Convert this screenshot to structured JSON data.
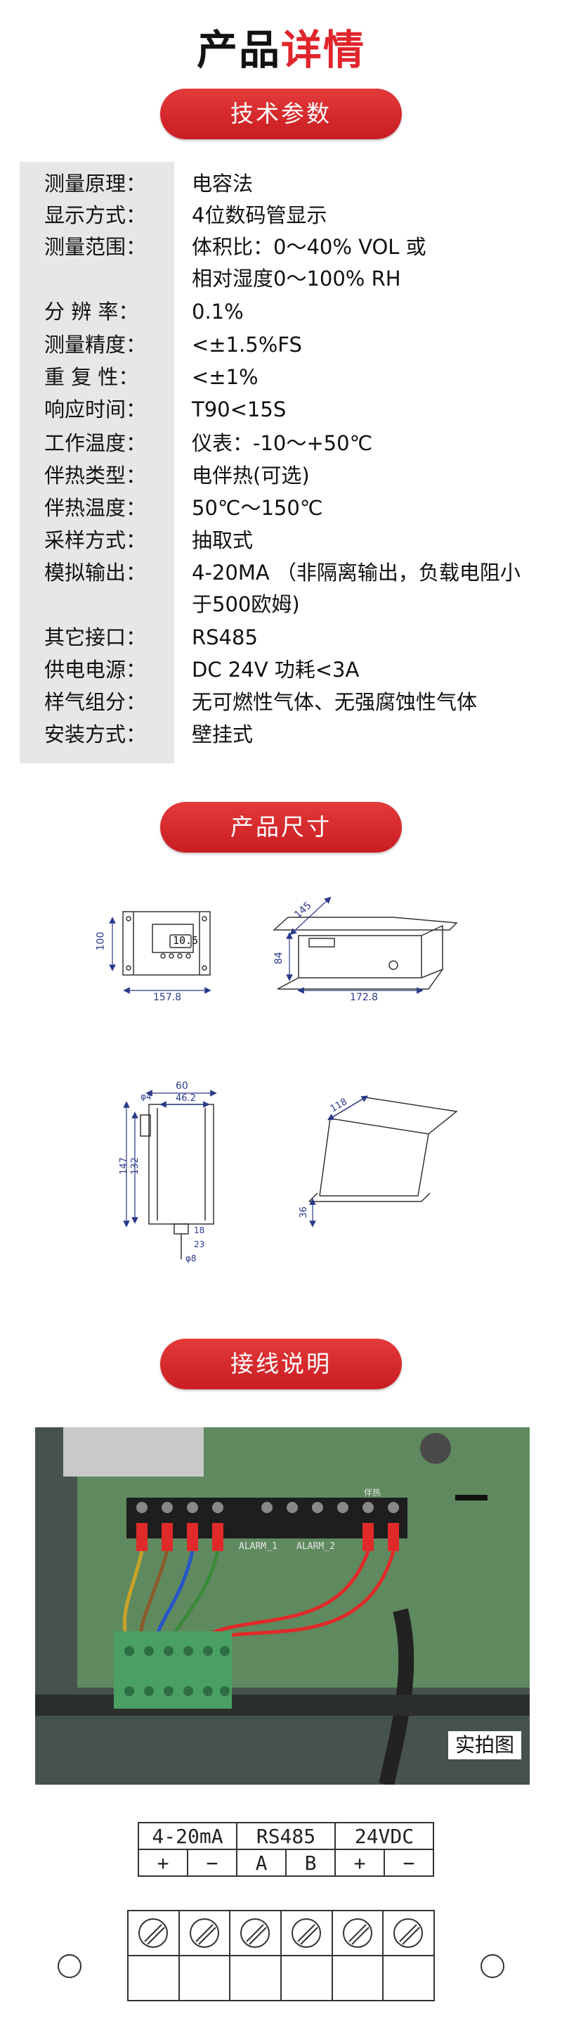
{
  "title": {
    "part1": "产品",
    "part2": "详情"
  },
  "sections": {
    "spec": "技术参数",
    "size": "产品尺寸",
    "wiring": "接线说明"
  },
  "specs": [
    {
      "label": "测量原理：",
      "value": "电容法"
    },
    {
      "label": "显示方式：",
      "value": "4位数码管显示"
    },
    {
      "label": "测量范围：",
      "value": "体积比：0～40% VOL 或"
    },
    {
      "label": "",
      "value": "相对湿度0～100% RH"
    },
    {
      "label": "分 辨 率：",
      "value": "0.1%"
    },
    {
      "label": "测量精度：",
      "value": "<±1.5%FS"
    },
    {
      "label": "重 复 性：",
      "value": "<±1%"
    },
    {
      "label": "响应时间：",
      "value": "T90<15S"
    },
    {
      "label": "工作温度：",
      "value": "仪表：-10～+50℃"
    },
    {
      "label": "伴热类型：",
      "value": "电伴热(可选)"
    },
    {
      "label": "伴热温度：",
      "value": "50℃～150℃"
    },
    {
      "label": "采样方式：",
      "value": "抽取式"
    },
    {
      "label": "模拟输出：",
      "value": "4-20MA （非隔离输出，负载电阻小"
    },
    {
      "label": "",
      "value": "于500欧姆)"
    },
    {
      "label": "其它接口：",
      "value": "RS485"
    },
    {
      "label": "供电电源：",
      "value": "DC 24V  功耗<3A"
    },
    {
      "label": "样气组分：",
      "value": "无可燃性气体、无强腐蚀性气体"
    },
    {
      "label": "安装方式：",
      "value": "壁挂式"
    }
  ],
  "dimensions": {
    "display_value": "10.5",
    "height_front": "100",
    "width_front": "157.8",
    "depth_diag": "145",
    "height_side": "84",
    "width_side": "172.8",
    "top_width": "60",
    "hole_spacing": "46.2",
    "height_total": "147",
    "height_inner": "132",
    "phi_small": "φ4",
    "gland_a": "18",
    "gland_b": "23",
    "phi_pipe": "φ8",
    "len_diag": "118",
    "height_small": "36",
    "label_alarm1": "ALARM_1",
    "label_alarm2": "ALARM_2",
    "label_heat": "伴热"
  },
  "photo_caption": "实拍图",
  "terminals": {
    "groups": [
      "4-20mA",
      "RS485",
      "24VDC"
    ],
    "pins": [
      "+",
      "−",
      "A",
      "B",
      "+",
      "−"
    ]
  },
  "colors": {
    "accent": "#e0252b",
    "label_bg": "#e7e7e7",
    "pcb": "#5f8a5f",
    "terminal_green": "#4aa064"
  }
}
